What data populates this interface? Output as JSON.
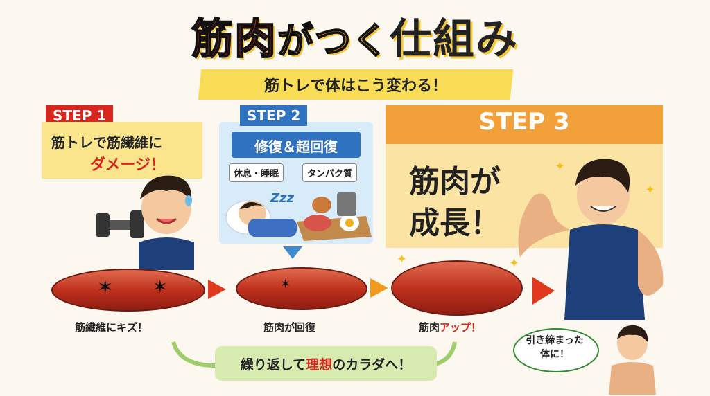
{
  "title": {
    "part1": "筋肉",
    "part2": "がつく",
    "part3": "仕組み"
  },
  "subtitle": "筋トレで体はこう変わる！",
  "step1": {
    "tag": "STEP 1",
    "line1": "筋トレで筋繊維に",
    "line2": "ダメージ！",
    "caption": "筋繊維にキズ！"
  },
  "step2": {
    "tag": "STEP 2",
    "title": "修復＆超回復",
    "pill1": "休息・睡眠",
    "pill2": "タンパク質",
    "zzz": "Zzz",
    "caption": "筋肉が回復"
  },
  "step3": {
    "tag": "STEP 3",
    "line1": "筋肉が",
    "line2": "成長！",
    "caption_pre": "筋肉",
    "caption_red": "アップ！"
  },
  "bottom": {
    "pre": "繰り返して",
    "red": "理想",
    "mid": "のカラダ",
    "end": "へ！"
  },
  "bubble": {
    "line1": "引き締まった",
    "line2": "体に！"
  },
  "colors": {
    "red": "#d8261e",
    "orange": "#f2a13a",
    "yellow": "#fbe58c",
    "blue": "#2f72c0",
    "green": "#d7eab0"
  }
}
